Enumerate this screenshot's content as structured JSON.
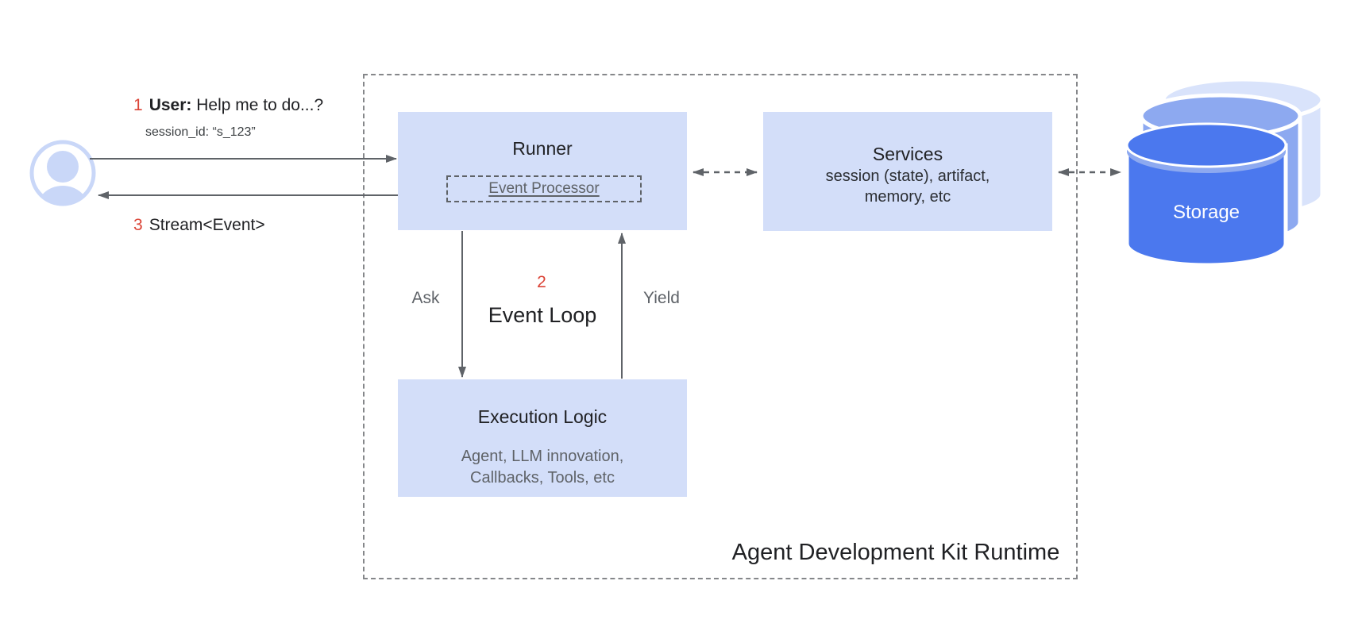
{
  "colors": {
    "box_fill": "#d3def9",
    "dark_text": "#202124",
    "muted_text": "#5f6368",
    "accent_red": "#db4437",
    "arrow_gray": "#5f6368",
    "dashed_border_gray": "#85878a",
    "avatar_blue": "#c9d7f8",
    "storage_front_blue": "#4b78ee",
    "storage_middle_blue": "#8da9f0",
    "storage_back_blue": "#d9e3fb"
  },
  "user_flow": {
    "step1": {
      "number": "1",
      "label": "User:",
      "text": "Help me to do...?"
    },
    "session_id": "session_id: “s_123”",
    "step3": {
      "number": "3",
      "text": "Stream<Event>"
    }
  },
  "runtime": {
    "label": "Agent Development Kit Runtime",
    "runner": {
      "title": "Runner",
      "event_processor": "Event Processor"
    },
    "services": {
      "title": "Services",
      "line1": "session (state), artifact,",
      "line2": "memory, etc"
    },
    "event_loop": {
      "number": "2",
      "title": "Event Loop",
      "ask_label": "Ask",
      "yield_label": "Yield"
    },
    "execution_logic": {
      "title": "Execution Logic",
      "line1": "Agent, LLM innovation,",
      "line2": "Callbacks, Tools, etc"
    }
  },
  "storage": {
    "label": "Storage"
  }
}
